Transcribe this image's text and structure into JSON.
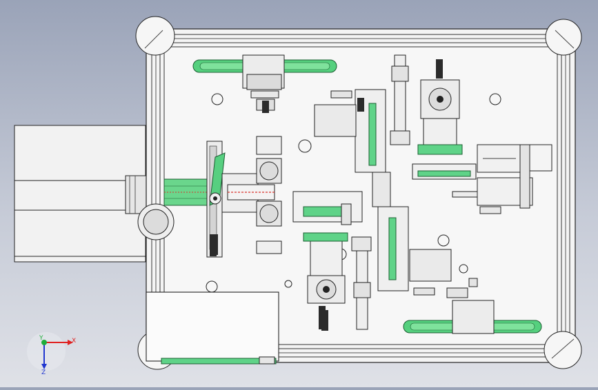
{
  "viewport": {
    "background_top": "#9aa3b8",
    "background_bottom": "#dfe1e7"
  },
  "colors": {
    "frame_fill": "#f4f4f4",
    "line": "#1a1a1a",
    "accent_green": "#4fd17a",
    "accent_green_dark": "#1e8f45",
    "accent_red": "#d9322b",
    "part_gray": "#dcdcdc"
  },
  "triad": {
    "x_label": "X",
    "y_label": "Y",
    "z_label": "Z",
    "x_color": "#e02020",
    "y_color": "#1fae3a",
    "z_color": "#2036d0"
  }
}
